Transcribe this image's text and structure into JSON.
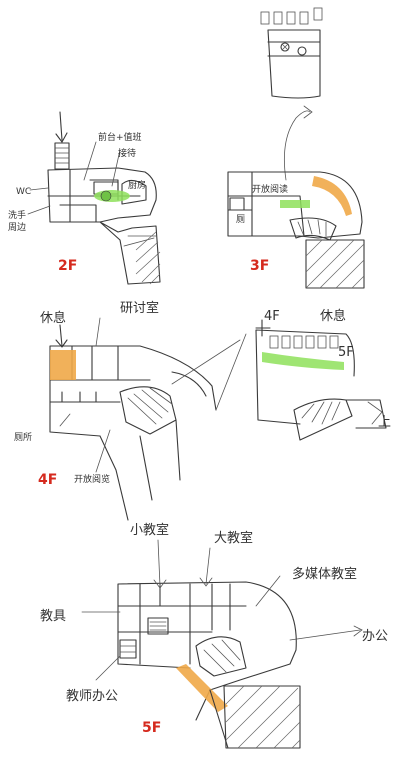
{
  "floors": {
    "f2": {
      "floor_label": "2F",
      "labels": {
        "front_desk": "前台+值班",
        "reception": "接待",
        "wc": "WC",
        "sink": "洗手",
        "stair": "周边",
        "kitchen": "厨房"
      }
    },
    "f3": {
      "floor_label": "3F",
      "labels": {
        "open_reading": "开放阅读",
        "wc": "厕"
      }
    },
    "f4": {
      "floor_label": "4F",
      "labels": {
        "rest": "休息",
        "discussion": "研讨室",
        "toilet": "厕所",
        "open_reading": "开放阅览"
      }
    },
    "f4_detail": {
      "labels": {
        "level_4f": "4F",
        "level_5f": "5F",
        "rest": "休息",
        "up": "上"
      }
    },
    "f5": {
      "floor_label": "5F",
      "labels": {
        "small_classroom": "小教室",
        "large_classroom": "大教室",
        "multimedia": "多媒体教室",
        "storage": "教具",
        "office": "办公",
        "teacher_office": "教师办公"
      }
    }
  },
  "colors": {
    "ink": "#3a3a3a",
    "floor_label": "#d52a1e",
    "orange": "#f0a848",
    "green": "#8ee05a"
  }
}
